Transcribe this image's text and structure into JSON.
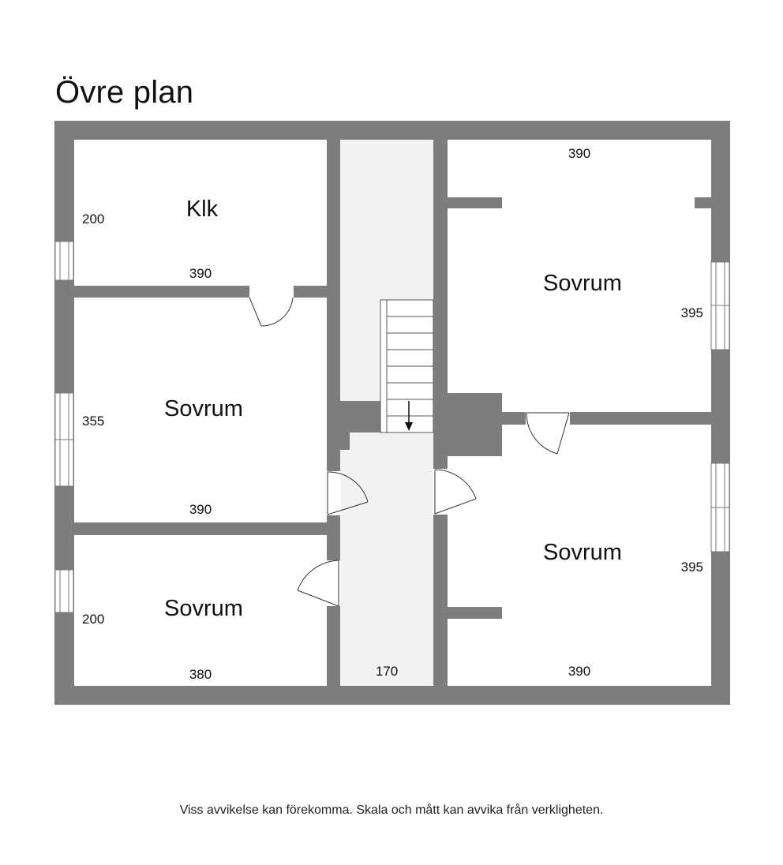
{
  "title": "Övre plan",
  "colors": {
    "wall": "#7d7d7f",
    "floor": "#ffffff",
    "hall": "#f2f2f2",
    "line": "#333333"
  },
  "rooms": {
    "klk": "Klk",
    "sovrum_left_mid": "Sovrum",
    "sovrum_left_bottom": "Sovrum",
    "sovrum_right_top": "Sovrum",
    "sovrum_right_bottom": "Sovrum"
  },
  "dimensions": {
    "klk_height": "200",
    "klk_width": "390",
    "left_mid_height": "355",
    "left_mid_width": "390",
    "left_bottom_height": "200",
    "left_bottom_width": "380",
    "hall_width": "170",
    "right_top_width_top": "390",
    "right_top_height": "395",
    "right_bottom_height": "395",
    "right_bottom_width": "390"
  },
  "disclaimer": "Viss avvikelse kan förekomma. Skala och mått kan avvika från verkligheten."
}
